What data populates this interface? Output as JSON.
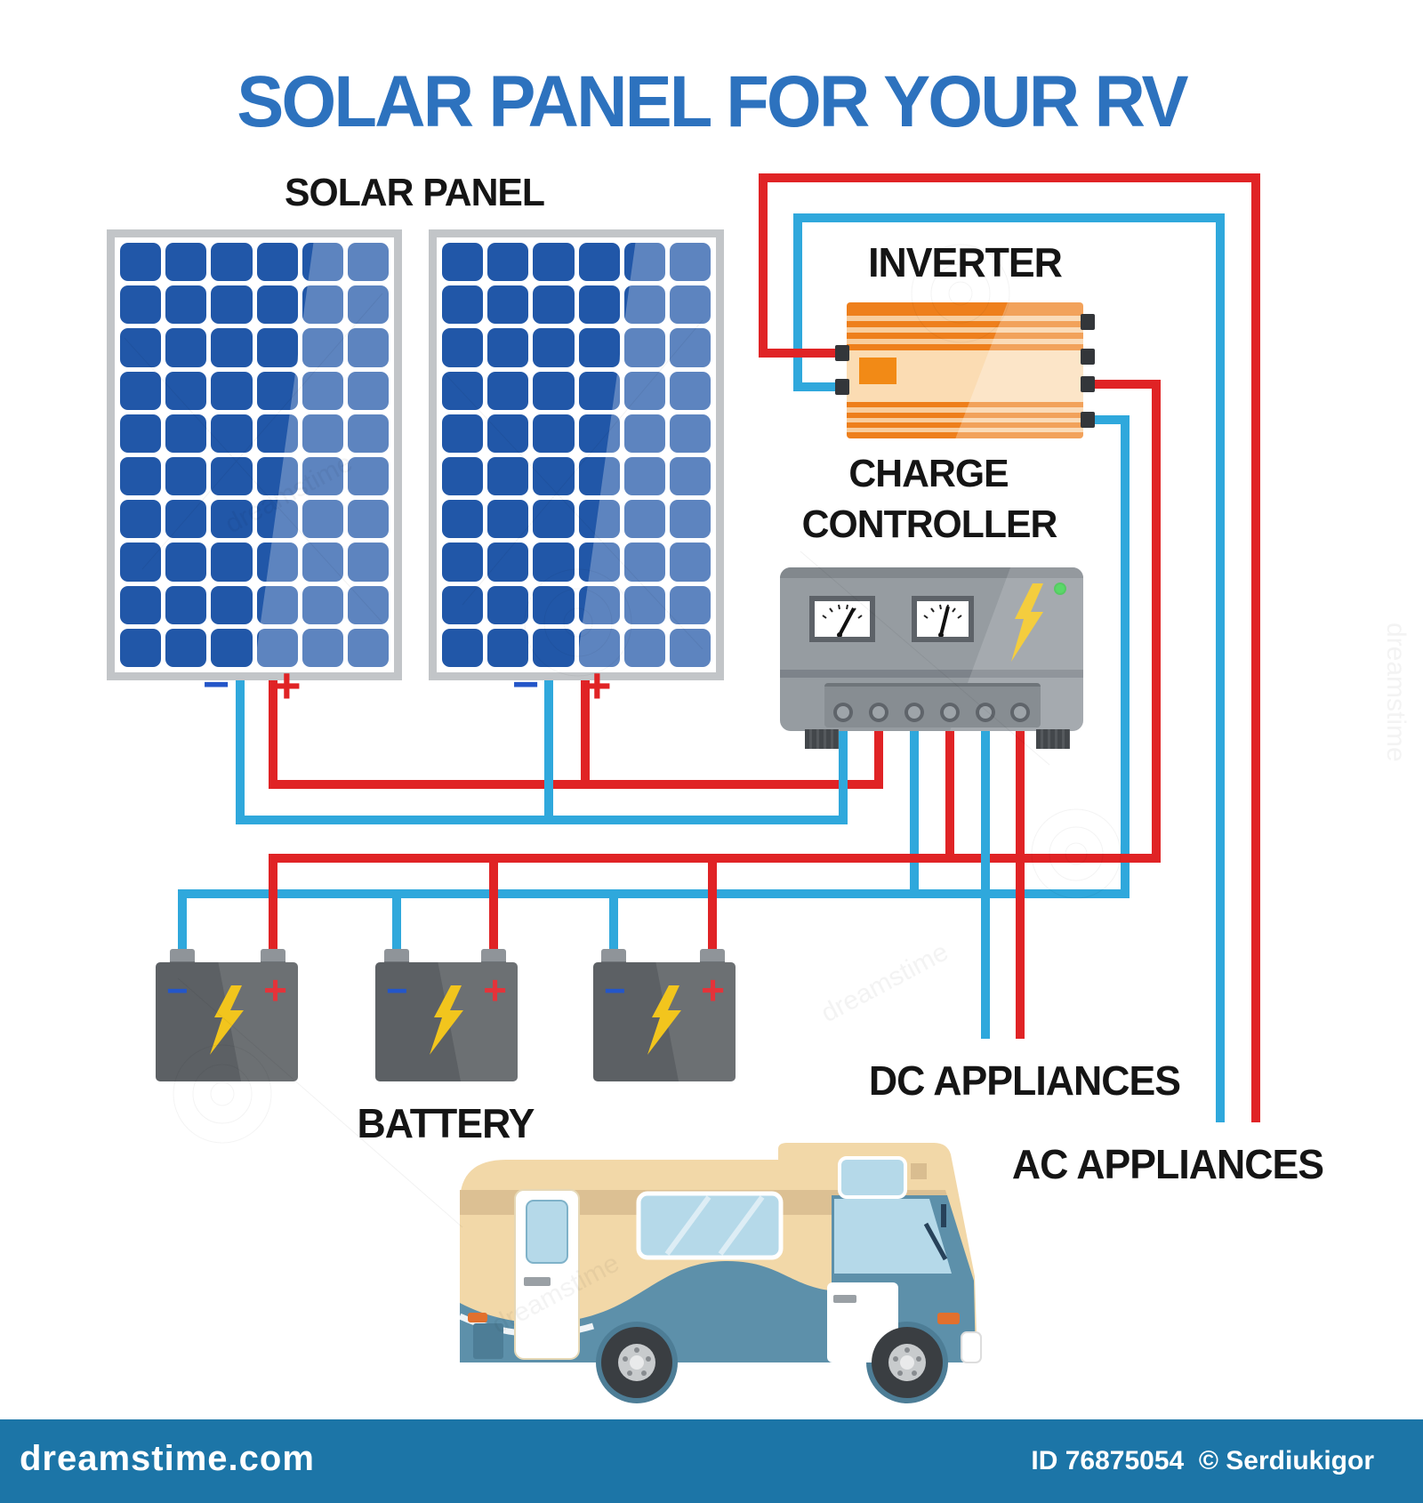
{
  "title": {
    "text": "SOLAR PANEL FOR YOUR RV",
    "color": "#2d72be"
  },
  "labels": {
    "solar_panel": "SOLAR PANEL",
    "inverter": "INVERTER",
    "charge_controller_line1": "CHARGE",
    "charge_controller_line2": "CONTROLLER",
    "battery": "BATTERY",
    "dc_appliances": "DC APPLIANCES",
    "ac_appliances": "AC APPLIANCES"
  },
  "polarity": {
    "minus": "−",
    "plus": "+"
  },
  "solar_panels": {
    "count": 2,
    "grid_cols": 6,
    "grid_rows": 10,
    "cell_color": "#2157a8"
  },
  "batteries": {
    "count": 3
  },
  "wire_colors": {
    "positive_red": "#e02325",
    "negative_blue": "#2fa8dc"
  },
  "component_colors": {
    "inverter_orange": "#ee7f1c",
    "controller_gray": "#969ca1",
    "lightning_yellow": "#f2c51d",
    "led_green": "#3ed24f",
    "camper_cream": "#f2d8a8",
    "camper_blue": "#5d90aa",
    "watermark_band": "#1c75a7"
  },
  "watermark": {
    "site": "dreamstime.com",
    "image_id": "ID 76875054",
    "author": "© Serdiukigor"
  }
}
